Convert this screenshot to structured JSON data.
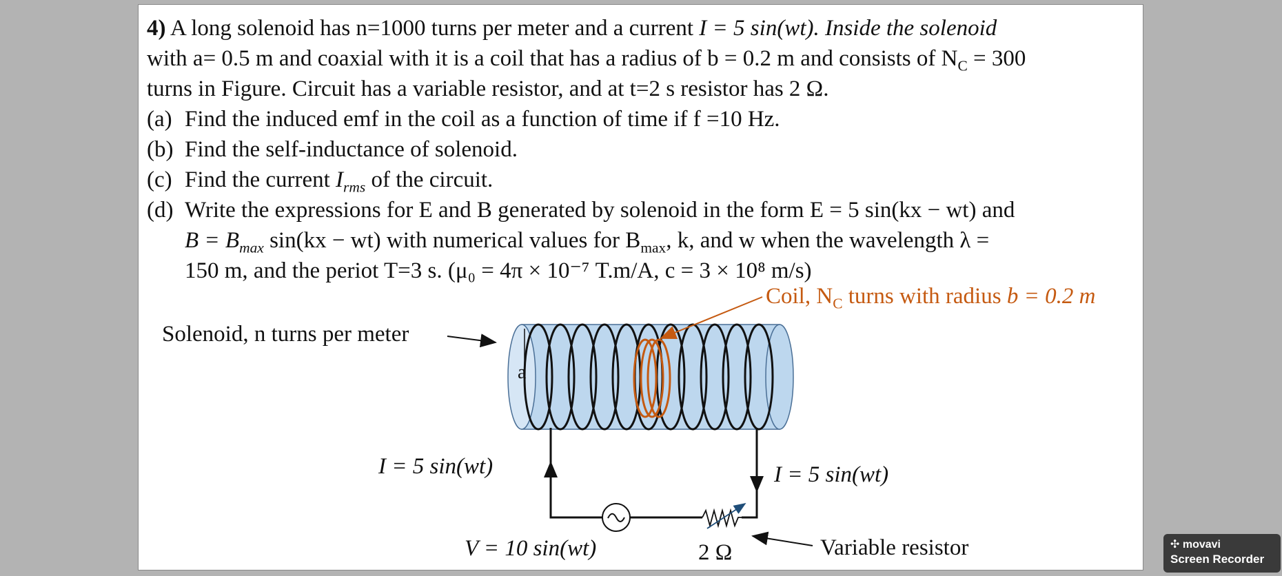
{
  "problem": {
    "number": "4)",
    "line1_text": "A long solenoid has n=1000 turns per meter and a current",
    "line1_eq": "I = 5 sin(wt). Inside the solenoid",
    "line2_text": "with a= 0.5 m and coaxial with it is a coil that has a radius of b = 0.2 m and consists of N",
    "line2_sub": "C",
    "line2_end": "= 300",
    "line3": "turns in Figure. Circuit has a variable resistor, and at t=2 s resistor has 2 Ω.",
    "items": [
      {
        "label": "(a)",
        "text": "Find the induced emf in the coil as a function of time if f =10 Hz."
      },
      {
        "label": "(b)",
        "text": "Find the self-inductance of solenoid."
      },
      {
        "label": "(c)",
        "text_before": "Find the current",
        "var": "I",
        "var_sub": "rms",
        "text_after": "of the circuit."
      }
    ],
    "item_d": {
      "label": "(d)",
      "line1": "Write the  expressions for E and B generated by solenoid in the form E = 5 sin(kx − wt) and",
      "line2_eq": "B = B",
      "line2_eq_sub": "max",
      "line2_eq_end": "sin(kx − wt) with numerical values for B",
      "line2_bsub": "max",
      "line2_end": ", k, and w when the wavelength λ =",
      "line3_text": "150 m, and the periot T=3 s.",
      "line3_eq": "(μ₀ = 4π × 10⁻⁷ T.m/A, c = 3 × 10⁸ m/s)"
    }
  },
  "diagram": {
    "coil_label_pre": "Coil, N",
    "coil_label_sub": "C",
    "coil_label_post": " turns with radius ",
    "coil_label_eq": "b = 0.2 m",
    "solenoid_label": "Solenoid, n turns per meter",
    "radius_label": "a",
    "current_left": "I = 5 sin(wt)",
    "current_right": "I = 5 sin(wt)",
    "voltage": "V = 10 sin(wt)",
    "resistance": "2 Ω",
    "resistor_label": "Variable resistor",
    "colors": {
      "solenoid_fill": "#bdd7ee",
      "coil": "#c55a11",
      "arrow": "#1f4e79"
    }
  },
  "watermark": {
    "brand": "movavi",
    "product": "Screen Recorder"
  }
}
